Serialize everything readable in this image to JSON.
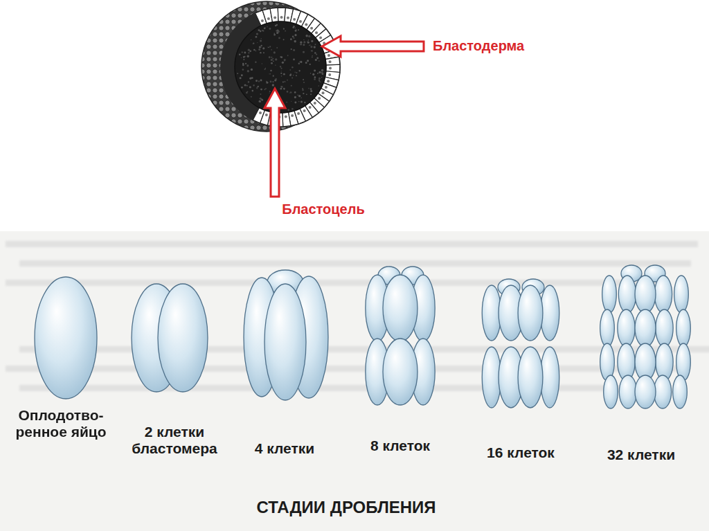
{
  "diagram": {
    "caption": "СТАДИИ ДРОБЛЕНИЯ",
    "labels": [
      "Бластодерма",
      "Бластоцель",
      "Оплодотво- ренное яйцо",
      "2 клетки бластомера",
      "4 клетки",
      "8 клеток",
      "16 клеток",
      "32 клетки"
    ]
  }
}
